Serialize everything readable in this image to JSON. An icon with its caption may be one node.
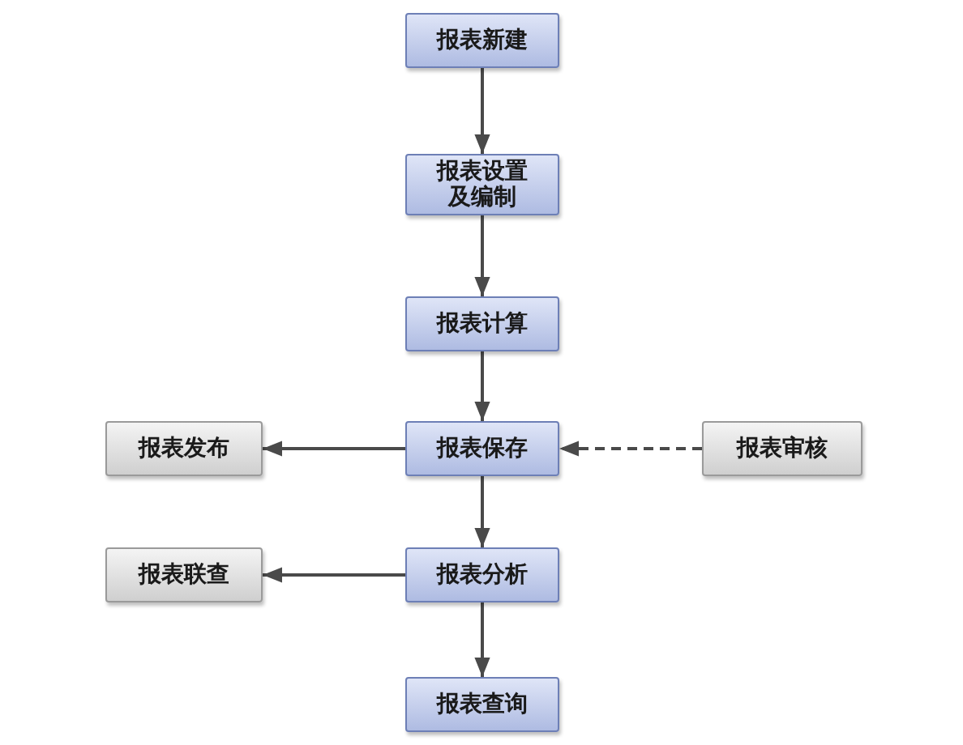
{
  "diagram": {
    "nodes": [
      {
        "text": [
          "报表新建"
        ]
      },
      {
        "text": [
          "报表设置及编制"
        ]
      },
      {
        "text": [
          "报表计算"
        ]
      },
      {
        "text": [
          "报表保存"
        ]
      },
      {
        "text": [
          "报表发布"
        ]
      },
      {
        "text": [
          "报表审核"
        ]
      },
      {
        "text": [
          "报表分析"
        ]
      },
      {
        "text": [
          "报表联查"
        ]
      },
      {
        "text": [
          "报表查询"
        ]
      }
    ],
    "edges": [
      {
        "from": 0,
        "to": 1,
        "arrow": "to"
      },
      {
        "from": 1,
        "to": 2,
        "arrow": "to"
      },
      {
        "from": 2,
        "to": 3,
        "arrow": "to"
      },
      {
        "from": 3,
        "to": 4,
        "arrow": "to"
      },
      {
        "from": 5,
        "to": 3,
        "arrow": "to",
        "style": "dashed"
      },
      {
        "from": 3,
        "to": 6,
        "arrow": "to"
      },
      {
        "from": 6,
        "to": 7,
        "arrow": "to"
      },
      {
        "from": 6,
        "to": 8,
        "arrow": "to"
      }
    ]
  }
}
